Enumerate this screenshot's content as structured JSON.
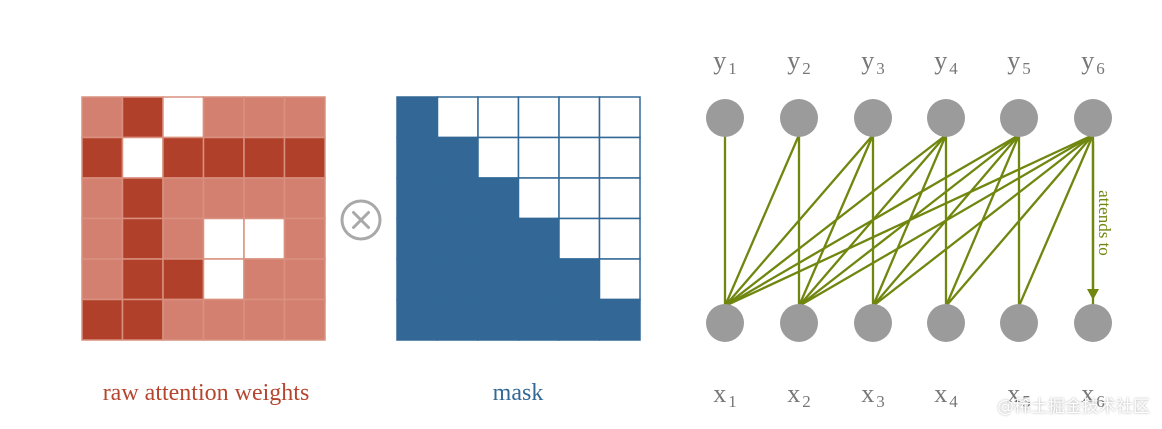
{
  "raw_attention": {
    "caption": "raw attention weights",
    "colors": {
      "light": "#d48070",
      "dark": "#b0402a",
      "white": "#ffffff",
      "border": "#d9907f",
      "caption": "#b5452f"
    },
    "grid": [
      [
        "light",
        "dark",
        "white",
        "light",
        "light",
        "light"
      ],
      [
        "dark",
        "white",
        "dark",
        "dark",
        "dark",
        "dark"
      ],
      [
        "light",
        "dark",
        "light",
        "light",
        "light",
        "light"
      ],
      [
        "light",
        "dark",
        "light",
        "white",
        "white",
        "light"
      ],
      [
        "light",
        "dark",
        "dark",
        "white",
        "light",
        "light"
      ],
      [
        "dark",
        "dark",
        "light",
        "light",
        "light",
        "light"
      ]
    ]
  },
  "operator": {
    "symbol": "⊗",
    "color": "#a9a9a9"
  },
  "mask": {
    "caption": "mask",
    "colors": {
      "blue": "#336896",
      "white": "#ffffff",
      "caption": "#336896"
    },
    "grid": [
      [
        1,
        0,
        0,
        0,
        0,
        0
      ],
      [
        1,
        1,
        0,
        0,
        0,
        0
      ],
      [
        1,
        1,
        1,
        0,
        0,
        0
      ],
      [
        1,
        1,
        1,
        1,
        0,
        0
      ],
      [
        1,
        1,
        1,
        1,
        1,
        0
      ],
      [
        1,
        1,
        1,
        1,
        1,
        1
      ]
    ]
  },
  "attention_graph": {
    "top_labels": [
      {
        "base": "y",
        "sub": "1"
      },
      {
        "base": "y",
        "sub": "2"
      },
      {
        "base": "y",
        "sub": "3"
      },
      {
        "base": "y",
        "sub": "4"
      },
      {
        "base": "y",
        "sub": "5"
      },
      {
        "base": "y",
        "sub": "6"
      }
    ],
    "bottom_labels": [
      {
        "base": "x",
        "sub": "1"
      },
      {
        "base": "x",
        "sub": "2"
      },
      {
        "base": "x",
        "sub": "3"
      },
      {
        "base": "x",
        "sub": "4"
      },
      {
        "base": "x",
        "sub": "5"
      },
      {
        "base": "x",
        "sub": "6"
      }
    ],
    "arrow_label": "attends to",
    "colors": {
      "node": "#9b9b9b",
      "line": "#6f860f",
      "label": "#777777",
      "arrow": "#6f860f"
    }
  },
  "watermark": "@稀土掘金技术社区"
}
